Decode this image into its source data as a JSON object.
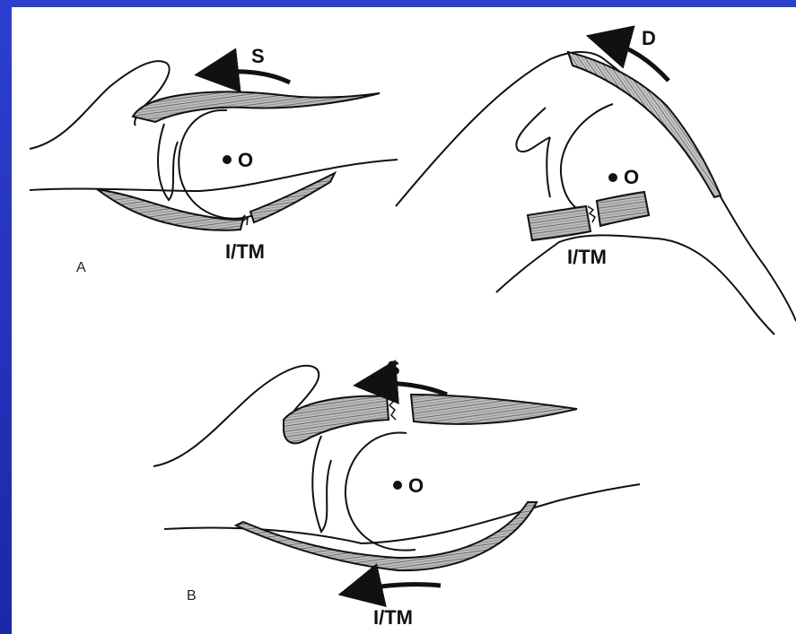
{
  "figure": {
    "panel_a": {
      "caption": "A",
      "left_diagram": {
        "arrow_label": "S",
        "center_label": "O",
        "tear_label": "I/TM"
      },
      "right_diagram": {
        "arrow_label": "D",
        "center_label": "O",
        "tear_label": "I/TM"
      }
    },
    "panel_b": {
      "caption": "B",
      "top_arrow_label": "S",
      "center_label": "O",
      "bottom_arrow_label": "I/TM"
    }
  },
  "colors": {
    "background": "#1f2fb0",
    "figure": "#ffffff",
    "ink": "#111111"
  }
}
